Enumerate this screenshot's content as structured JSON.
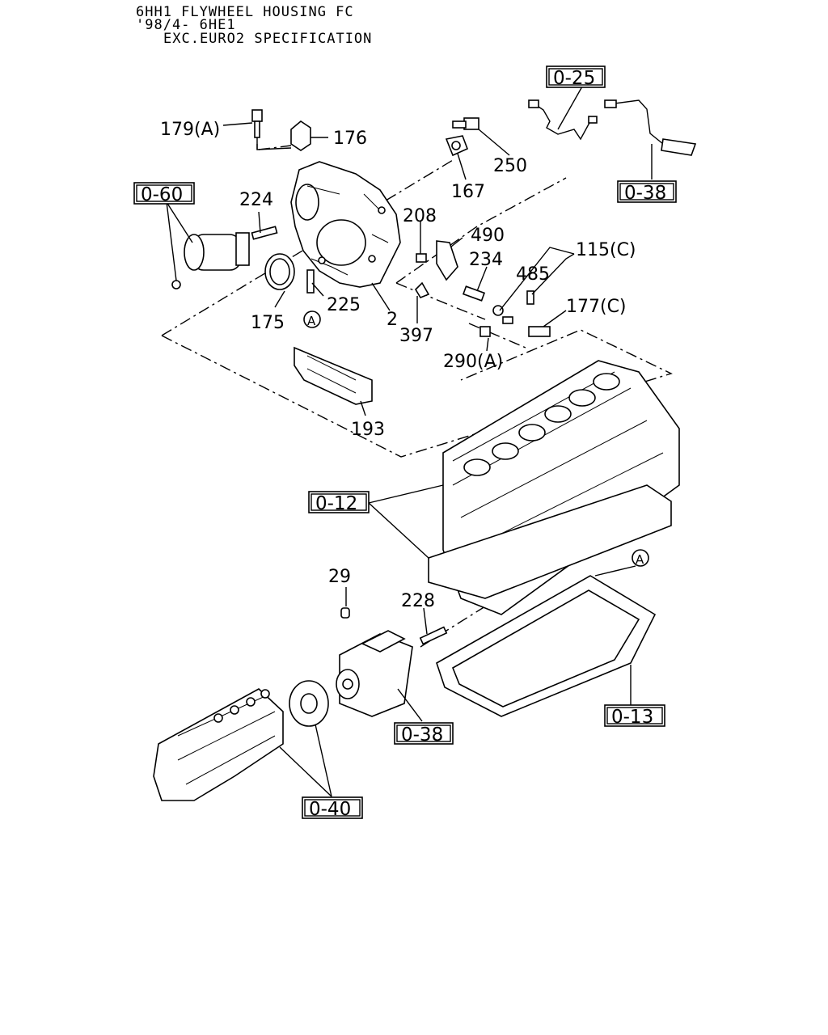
{
  "header": {
    "line1": "6HH1 FLYWHEEL HOUSING FC",
    "line2": "'98/4- 6HE1",
    "line3": "EXC.EURO2 SPECIFICATION"
  },
  "callouts": {
    "p179a": "179(A)",
    "p176": "176",
    "p250": "250",
    "p167": "167",
    "p224": "224",
    "p208": "208",
    "p490": "490",
    "p115c": "115(C)",
    "p234": "234",
    "p485": "485",
    "p177c": "177(C)",
    "p225": "225",
    "p175": "175",
    "p2": "2",
    "p397": "397",
    "p290a": "290(A)",
    "p193": "193",
    "p29": "29",
    "p228": "228",
    "markA": "A"
  },
  "refs": {
    "r025": "0-25",
    "r038top": "0-38",
    "r060": "0-60",
    "r012": "0-12",
    "r013": "0-13",
    "r038": "0-38",
    "r040": "0-40"
  }
}
